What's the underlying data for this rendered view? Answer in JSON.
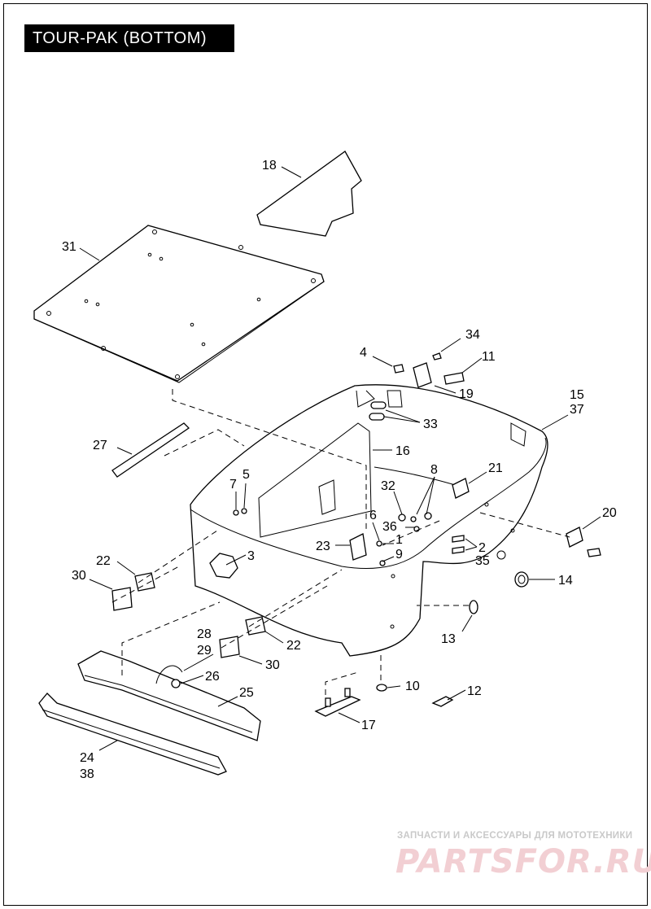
{
  "title": "TOUR-PAK (BOTTOM)",
  "callouts": {
    "c1": "1",
    "c2": "2",
    "c3": "3",
    "c4": "4",
    "c5": "5",
    "c6": "6",
    "c7": "7",
    "c8": "8",
    "c9": "9",
    "c10": "10",
    "c11": "11",
    "c12": "12",
    "c13": "13",
    "c14": "14",
    "c15": "15",
    "c16": "16",
    "c17": "17",
    "c18": "18",
    "c19": "19",
    "c20": "20",
    "c21": "21",
    "c22a": "22",
    "c22b": "22",
    "c23": "23",
    "c24": "24",
    "c25": "25",
    "c26": "26",
    "c27": "27",
    "c28": "28",
    "c29": "29",
    "c30a": "30",
    "c30b": "30",
    "c31": "31",
    "c32": "32",
    "c33": "33",
    "c34": "34",
    "c35": "35",
    "c36": "36",
    "c37": "37",
    "c38": "38"
  },
  "watermark": {
    "caption": "ЗАПЧАСТИ И АКСЕССУАРЫ ДЛЯ МОТОТЕХНИКИ",
    "logo": "PARTSFOR.RU"
  }
}
